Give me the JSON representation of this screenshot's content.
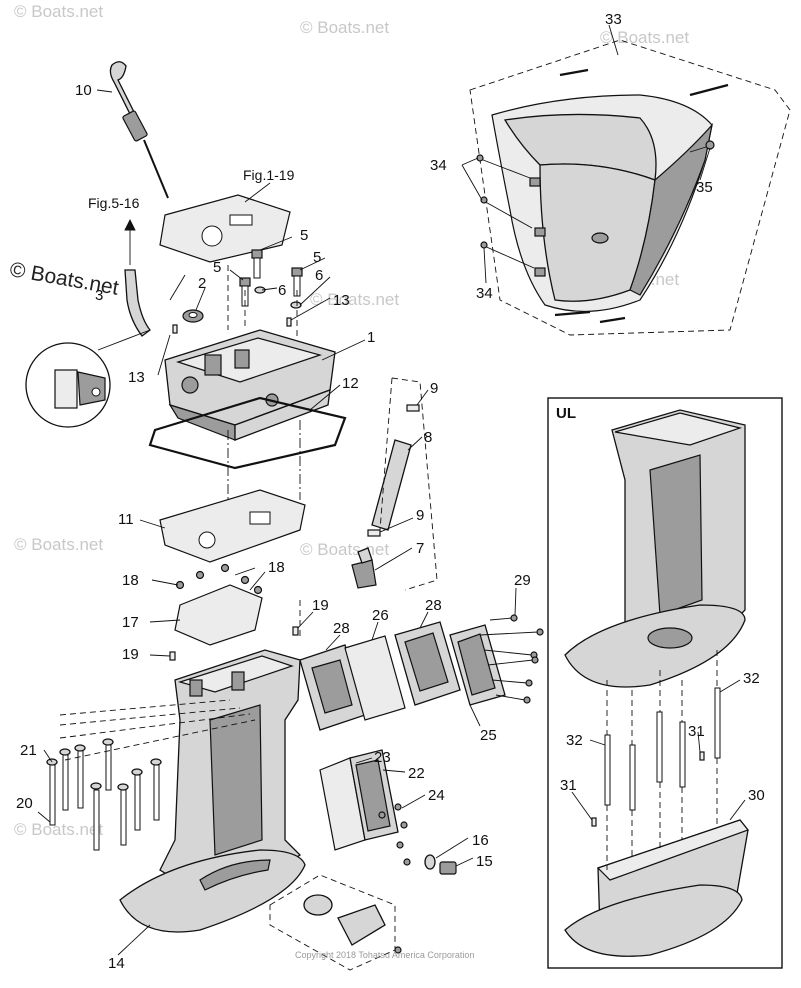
{
  "watermark": {
    "site": "© Boats.net",
    "site_strong": "© Boats.net"
  },
  "copyright": "Copyright 2018 Tohatsu America Corporation",
  "inset": {
    "title": "UL"
  },
  "references": {
    "fig_1_19": "Fig.1-19",
    "fig_5_16": "Fig.5-16"
  },
  "callouts": {
    "c1": "1",
    "c2": "2",
    "c3": "3",
    "c5a": "5",
    "c5b": "5",
    "c6a": "6",
    "c6b": "6",
    "c7": "7",
    "c8": "8",
    "c9a": "9",
    "c9b": "9",
    "c10": "10",
    "c11": "11",
    "c12": "12",
    "c13a": "13",
    "c13b": "13",
    "c14": "14",
    "c15": "15",
    "c16": "16",
    "c17": "17",
    "c18a": "18",
    "c18b": "18",
    "c19a": "19",
    "c19b": "19",
    "c20": "20",
    "c21": "21",
    "c22": "22",
    "c23": "23",
    "c24": "24",
    "c25": "25",
    "c26": "26",
    "c28a": "28",
    "c28b": "28",
    "c29": "29",
    "c30": "30",
    "c31a": "31",
    "c31b": "31",
    "c32a": "32",
    "c32b": "32",
    "c33": "33",
    "c34a": "34",
    "c34b": "34",
    "c35": "35"
  }
}
